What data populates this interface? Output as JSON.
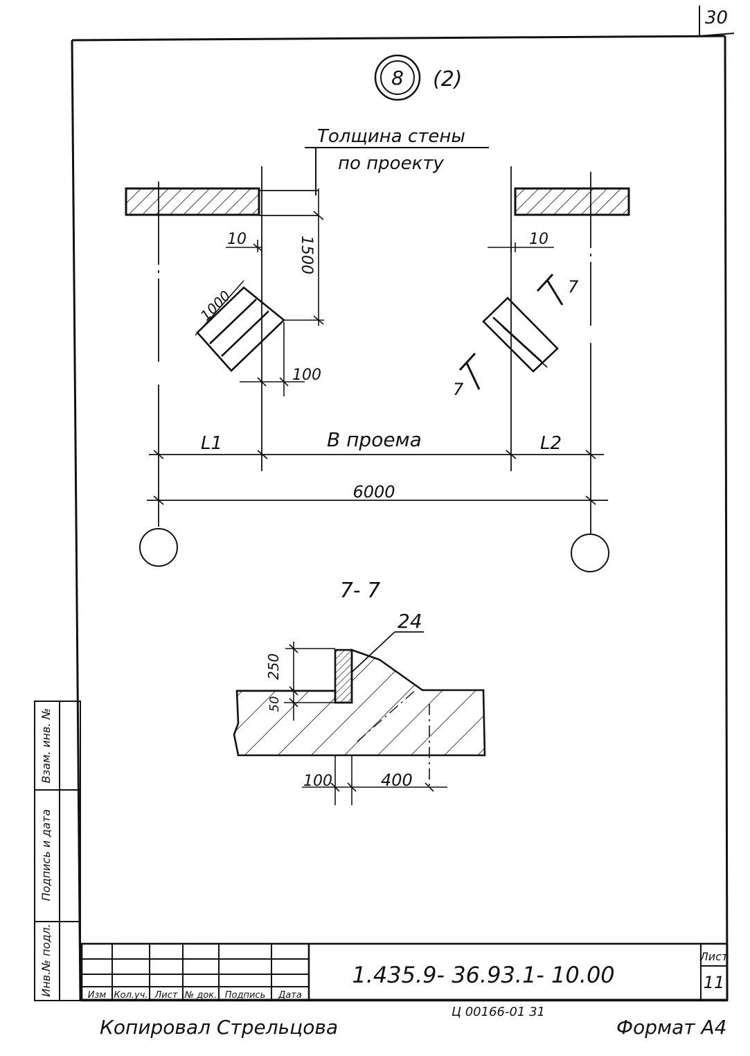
{
  "sheet_corner_number": "30",
  "detail_mark": {
    "number": "8",
    "variant": "(2)"
  },
  "plan": {
    "wall_note": [
      "Толщина стены",
      "по проекту"
    ],
    "dim_10_left": "10",
    "dim_10_right": "10",
    "dim_1500": "1500",
    "dim_1000": "1000",
    "dim_100": "100",
    "section_mark": "7",
    "dim_L1": "L1",
    "dim_opening": "В проема",
    "dim_L2": "L2",
    "dim_6000": "6000"
  },
  "section": {
    "title": "7- 7",
    "item_24": "24",
    "dim_250": "250",
    "dim_50": "50",
    "dim_100": "100",
    "dim_400": "400"
  },
  "side_stamp": [
    "Инв.№ подл.",
    "Подпись и дата",
    "Взам. инв. №"
  ],
  "title_block": {
    "columns": [
      "Изм",
      "Кол.уч.",
      "Лист",
      "№ док.",
      "Подпись",
      "Дата"
    ],
    "designation": "1.435.9- 36.93.1- 10.00",
    "sheet_label": "Лист",
    "sheet_number": "11"
  },
  "bottom": {
    "code": "Ц 00166-01   31",
    "copied_by": "Копировал  Стрельцова",
    "format": "Формат А4"
  }
}
